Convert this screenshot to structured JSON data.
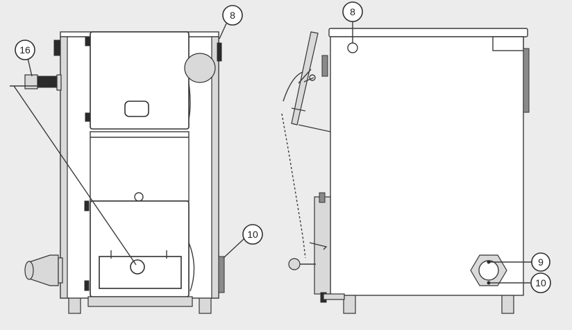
{
  "callouts": {
    "front_flue": "8",
    "front_return": "10",
    "front_thermo": "16",
    "side_flue": "8",
    "side_inlet": "9",
    "side_drain": "10"
  },
  "colors": {
    "background": "#ececec",
    "line": "#3a3a3a",
    "fill": "#ffffff"
  }
}
